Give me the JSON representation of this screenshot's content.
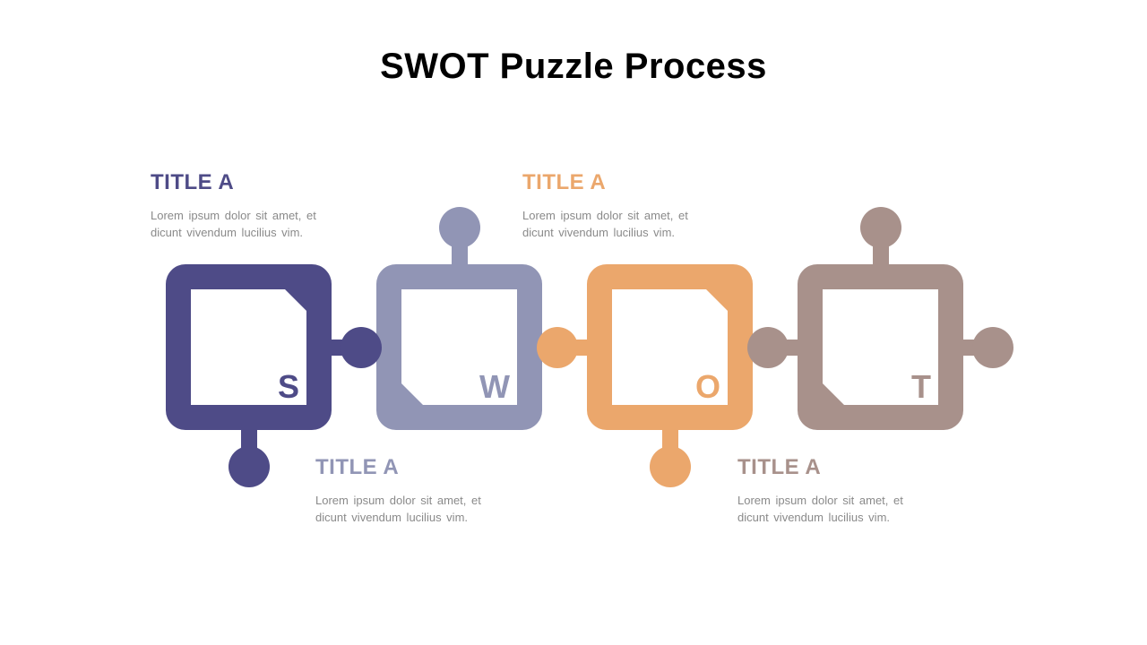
{
  "slide": {
    "title": "SWOT Puzzle Process"
  },
  "colors": {
    "body_text": "#8A8A8A",
    "title_text": "#000000"
  },
  "pieces": [
    {
      "letter": "S",
      "color": "#4E4B87",
      "title": "TITLE A",
      "body": "Lorem ipsum dolor sit amet, et dicunt vivendum lucilius vim."
    },
    {
      "letter": "W",
      "color": "#9195B5",
      "title": "TITLE A",
      "body": "Lorem ipsum dolor sit amet, et dicunt vivendum lucilius vim."
    },
    {
      "letter": "O",
      "color": "#EBA76C",
      "title": "TITLE A",
      "body": "Lorem ipsum dolor sit amet, et dicunt vivendum lucilius vim."
    },
    {
      "letter": "T",
      "color": "#A8918B",
      "title": "TITLE A",
      "body": "Lorem ipsum dolor sit amet, et dicunt vivendum lucilius vim."
    }
  ]
}
